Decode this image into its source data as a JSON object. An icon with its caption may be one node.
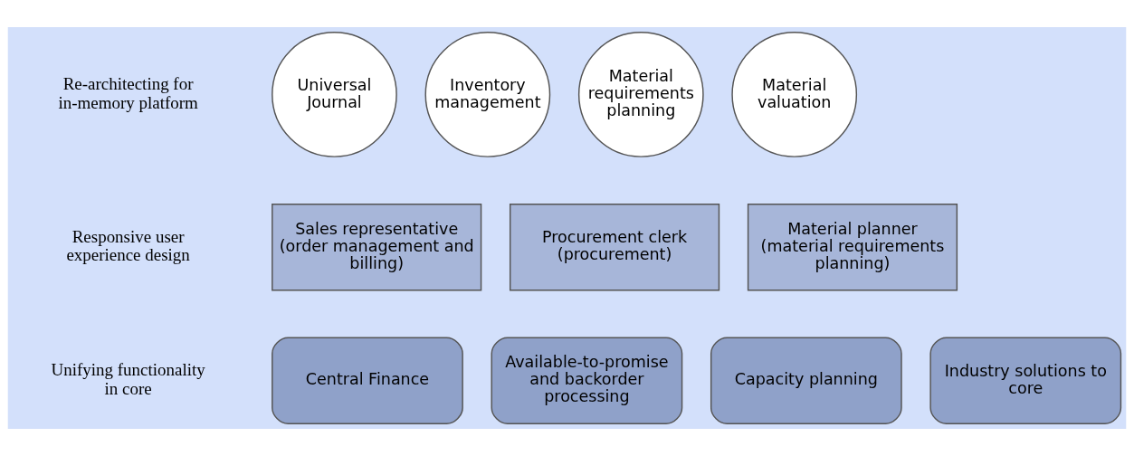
{
  "diagram": {
    "nodes": [
      {
        "text": [
          "Universal Journal"
        ]
      },
      {
        "text": [
          "Inventory management"
        ]
      },
      {
        "text": [
          "Material requirements planning"
        ]
      },
      {
        "text": [
          "Material valuation"
        ]
      },
      {
        "text": [
          "Sales representative (order management and billing)"
        ]
      },
      {
        "text": [
          "Procurement clerk (procurement)"
        ]
      },
      {
        "text": [
          "Material planner (material requirements planning)"
        ]
      },
      {
        "text": [
          "Central Finance"
        ]
      },
      {
        "text": [
          "Available-to-promise and backorder processing"
        ]
      },
      {
        "text": [
          "Capacity planning"
        ]
      },
      {
        "text": [
          "Industry solutions to core"
        ]
      }
    ],
    "edges": [],
    "labels": [
      "Re-architecting for in-memory platform",
      "Responsive user experience design",
      "Unifying functionality in core"
    ]
  }
}
